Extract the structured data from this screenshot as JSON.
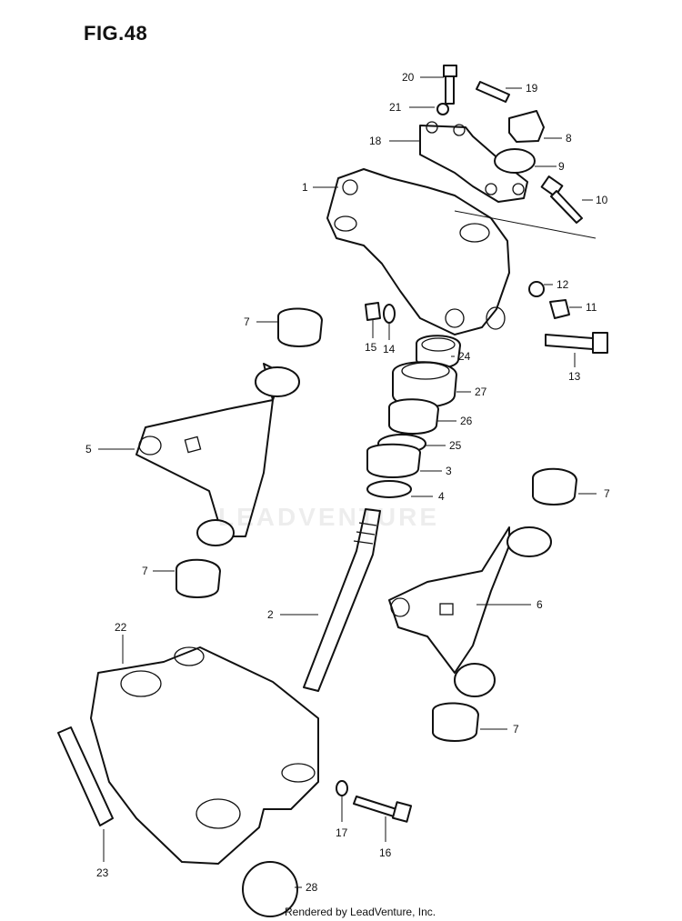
{
  "figure_title": "FIG.48",
  "watermark": "LEADVENTURE",
  "footer": "Rendered by LeadVenture, Inc.",
  "callouts": [
    "20",
    "19",
    "21",
    "8",
    "18",
    "9",
    "1",
    "10",
    "12",
    "11",
    "7",
    "15",
    "14",
    "24",
    "13",
    "27",
    "26",
    "25",
    "5",
    "3",
    "4",
    "7",
    "7",
    "6",
    "2",
    "22",
    "7",
    "17",
    "16",
    "23",
    "28"
  ]
}
